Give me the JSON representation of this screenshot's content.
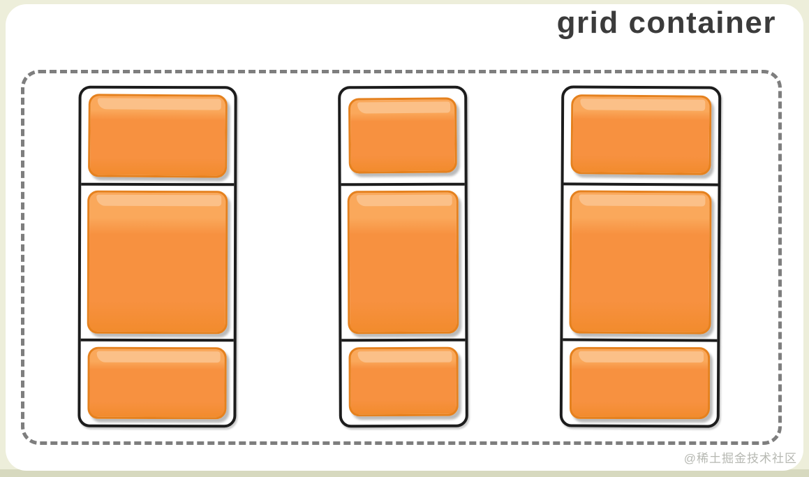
{
  "title": "grid container",
  "watermark": "@稀土掘金技术社区",
  "grid": {
    "type": "css-grid-illustration",
    "label": "grid container",
    "row_count": 3,
    "columns": [
      {
        "name": "column-1",
        "item_count": 3
      },
      {
        "name": "column-2",
        "item_count": 3
      },
      {
        "name": "column-3",
        "item_count": 3
      }
    ]
  },
  "colors": {
    "page_bg": "#edeeda",
    "card_bg": "#ffffff",
    "card_edge": "#d7d9bf",
    "dashed_border": "#7e7e7e",
    "track_border": "#1c1c1c",
    "item_fill": "#f79140",
    "item_fill_light": "#faa85b",
    "item_fill_deep": "#f28b2d",
    "item_border": "#e5811e",
    "title_color": "#3b3b3b",
    "watermark_color": "#b6b8b2"
  }
}
